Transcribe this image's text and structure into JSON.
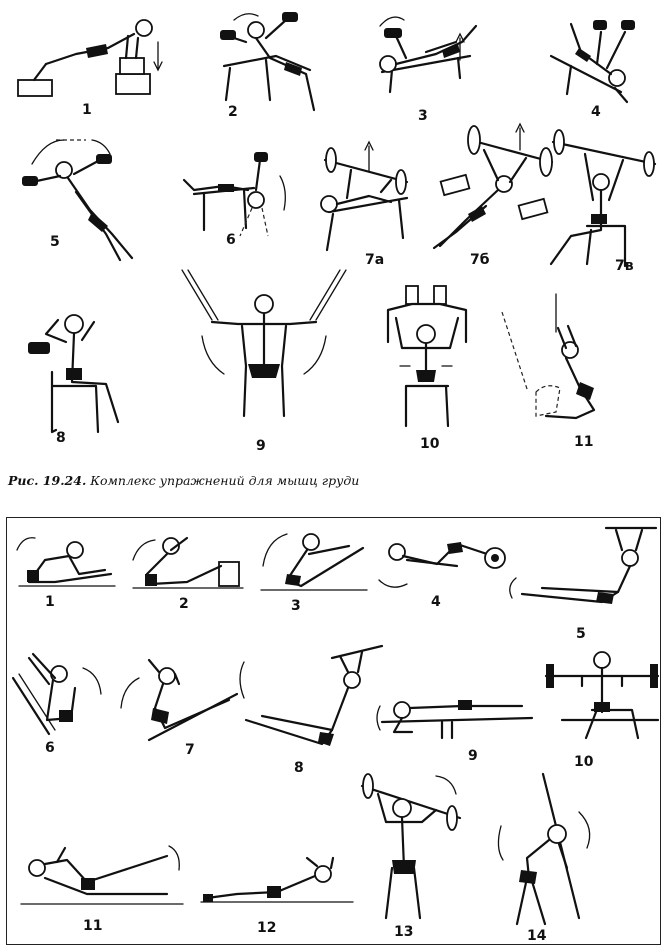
{
  "caption": {
    "prefix": "Рис. 19.24.",
    "title": "Комплекс упражнений для мышц груди"
  },
  "top_figures": [
    {
      "label": "1"
    },
    {
      "label": "2"
    },
    {
      "label": "3"
    },
    {
      "label": "4"
    },
    {
      "label": "5"
    },
    {
      "label": "6"
    },
    {
      "label": "7а"
    },
    {
      "label": "7б"
    },
    {
      "label": "7в"
    },
    {
      "label": "8"
    },
    {
      "label": "9"
    },
    {
      "label": "10"
    },
    {
      "label": "11"
    }
  ],
  "bottom_figures": [
    {
      "label": "1"
    },
    {
      "label": "2"
    },
    {
      "label": "3"
    },
    {
      "label": "4"
    },
    {
      "label": "5"
    },
    {
      "label": "6"
    },
    {
      "label": "7"
    },
    {
      "label": "8"
    },
    {
      "label": "9"
    },
    {
      "label": "10"
    },
    {
      "label": "11"
    },
    {
      "label": "12"
    },
    {
      "label": "13"
    },
    {
      "label": "14"
    }
  ],
  "colors": {
    "ink": "#111111",
    "paper": "#ffffff"
  }
}
